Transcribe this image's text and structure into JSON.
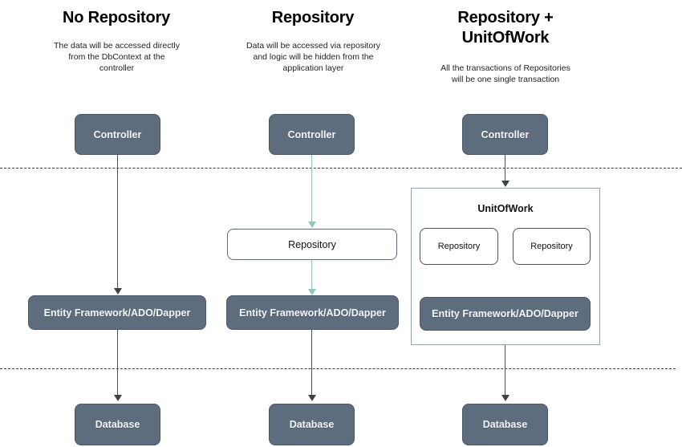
{
  "diagram": {
    "background": "#ffffff",
    "accent_filled": "#5d6d7e",
    "accent_teal": "#8fc5ba",
    "accent_dark_line": "#4a5259",
    "columns": [
      {
        "title": "No Repository",
        "description": "The data will be accessed directly from the DbContext at the controller",
        "nodes": {
          "controller": "Controller",
          "data_access": "Entity Framework/ADO/Dapper",
          "database": "Database"
        }
      },
      {
        "title": "Repository",
        "description": "Data will be accessed via repository and logic will be hidden from the application layer",
        "nodes": {
          "controller": "Controller",
          "repository": "Repository",
          "data_access": "Entity Framework/ADO/Dapper",
          "database": "Database"
        }
      },
      {
        "title": "Repository + UnitOfWork",
        "description": "All the transactions of Repositories will be one single transaction",
        "nodes": {
          "controller": "Controller",
          "unit_of_work": "UnitOfWork",
          "repository_1": "Repository",
          "repository_2": "Repository",
          "data_access": "Entity Framework/ADO/Dapper",
          "database": "Database"
        }
      }
    ]
  }
}
